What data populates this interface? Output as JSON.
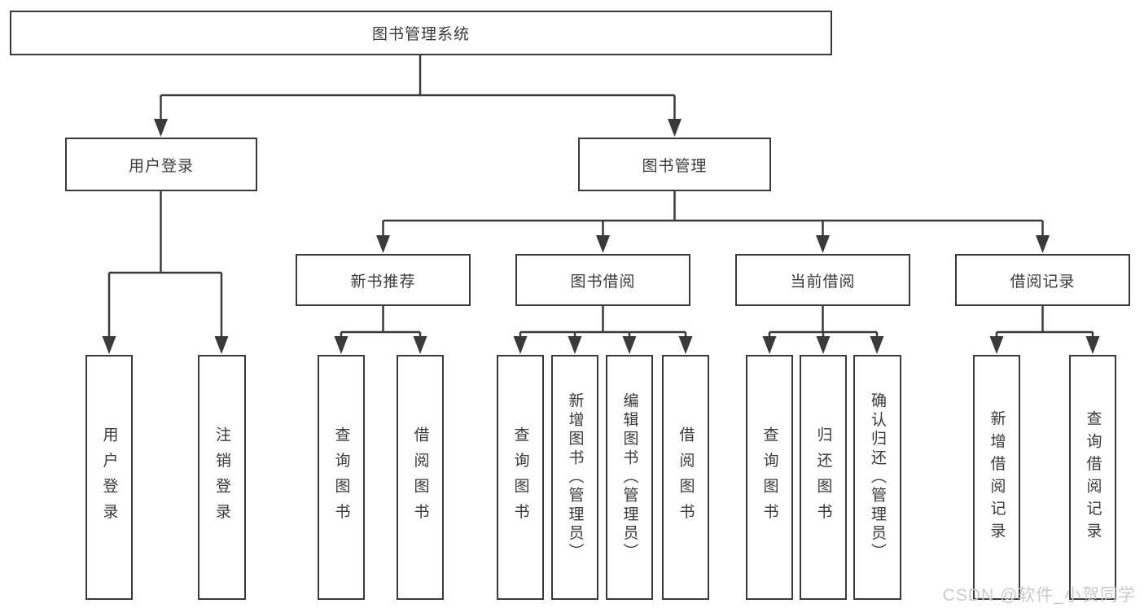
{
  "diagram": {
    "watermark": "CSDN @软件_小贺同学",
    "colors": {
      "line": "#3a3a3a",
      "text": "#3a3a3a",
      "border": "#3a3a3a",
      "watermark": "#cbcbcb",
      "background": "#ffffff"
    },
    "tree": {
      "label": "图书管理系统",
      "children": [
        {
          "label": "用户登录",
          "children": [
            {
              "label": "用户登录"
            },
            {
              "label": "注销登录"
            }
          ]
        },
        {
          "label": "图书管理",
          "children": [
            {
              "label": "新书推荐",
              "children": [
                {
                  "label": "查询图书"
                },
                {
                  "label": "借阅图书"
                }
              ]
            },
            {
              "label": "图书借阅",
              "children": [
                {
                  "label": "查询图书"
                },
                {
                  "label": "新增图书（管理员）"
                },
                {
                  "label": "编辑图书（管理员）"
                },
                {
                  "label": "借阅图书"
                }
              ]
            },
            {
              "label": "当前借阅",
              "children": [
                {
                  "label": "查询图书"
                },
                {
                  "label": "归还图书"
                },
                {
                  "label": "确认归还（管理员）"
                }
              ]
            },
            {
              "label": "借阅记录",
              "children": [
                {
                  "label": "新增借阅记录"
                },
                {
                  "label": "查询借阅记录"
                }
              ]
            }
          ]
        }
      ]
    }
  }
}
